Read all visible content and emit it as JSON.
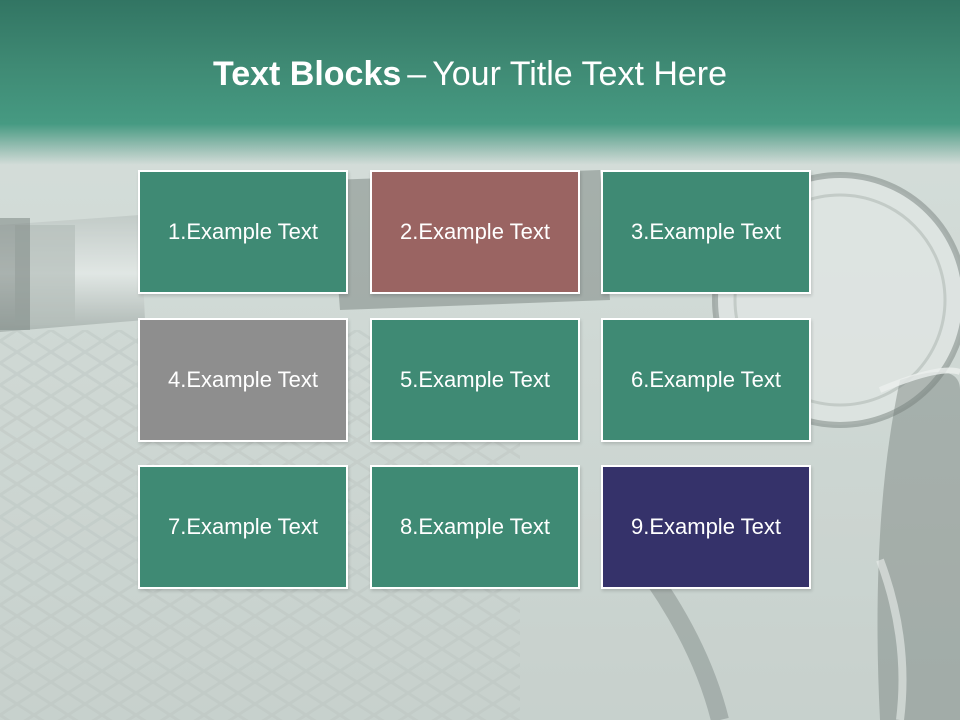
{
  "title": {
    "bold": "Text Blocks",
    "dash": "–",
    "rest": "Your Title Text Here"
  },
  "colors": {
    "header": "#3f8a74",
    "teal_block": "#3f8a74",
    "red_block": "#9a6462",
    "gray_block": "#8e8e8e",
    "navy_block": "#35326a"
  },
  "blocks": [
    {
      "label": "1.Example Text",
      "color": "#3f8a74"
    },
    {
      "label": "2.Example Text",
      "color": "#9a6462"
    },
    {
      "label": "3.Example Text",
      "color": "#3f8a74"
    },
    {
      "label": "4.Example Text",
      "color": "#8e8e8e"
    },
    {
      "label": "5.Example Text",
      "color": "#3f8a74"
    },
    {
      "label": "6.Example Text",
      "color": "#3f8a74"
    },
    {
      "label": "7.Example Text",
      "color": "#3f8a74"
    },
    {
      "label": "8.Example Text",
      "color": "#3f8a74"
    },
    {
      "label": "9.Example Text",
      "color": "#35326a"
    }
  ]
}
